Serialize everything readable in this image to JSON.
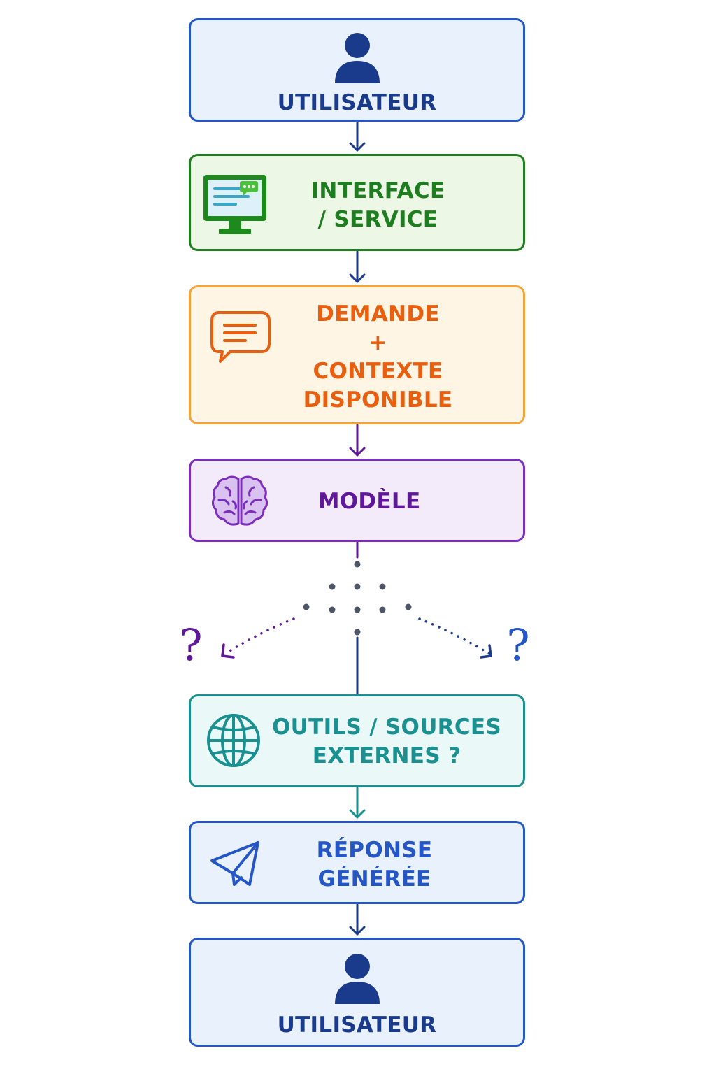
{
  "nodes": {
    "user_top": {
      "label": "UTILISATEUR",
      "icon": "user-icon"
    },
    "interface": {
      "label": "INTERFACE\n/ SERVICE",
      "icon": "monitor-chat-icon"
    },
    "request": {
      "label": "DEMANDE\n+\nCONTEXTE\nDISPONIBLE",
      "icon": "speech-bubble-icon"
    },
    "model": {
      "label": "MODÈLE",
      "icon": "brain-icon"
    },
    "tools": {
      "label": "OUTILS / SOURCES\nEXTERNES ?",
      "icon": "globe-icon"
    },
    "response": {
      "label": "RÉPONSE\nGÉNÉRÉE",
      "icon": "paper-plane-icon"
    },
    "user_bottom": {
      "label": "UTILISATEUR",
      "icon": "user-icon"
    }
  },
  "branches": {
    "left_mark": "?",
    "right_mark": "?"
  },
  "colors": {
    "navy": "#1a3a8c",
    "blue_fill": "#e8f1fc",
    "blue_border": "#2456c6",
    "green": "#1e7d1e",
    "green_fill": "#edf7e6",
    "orange": "#e8600f",
    "orange_border": "#f4a33a",
    "orange_fill": "#fef5e5",
    "purple": "#5e1899",
    "purple_border": "#7b2dbb",
    "purple_fill": "#f3ebfa",
    "teal": "#1a9190",
    "teal_fill": "#eaf8f8",
    "dot_gray": "#4d5566"
  }
}
